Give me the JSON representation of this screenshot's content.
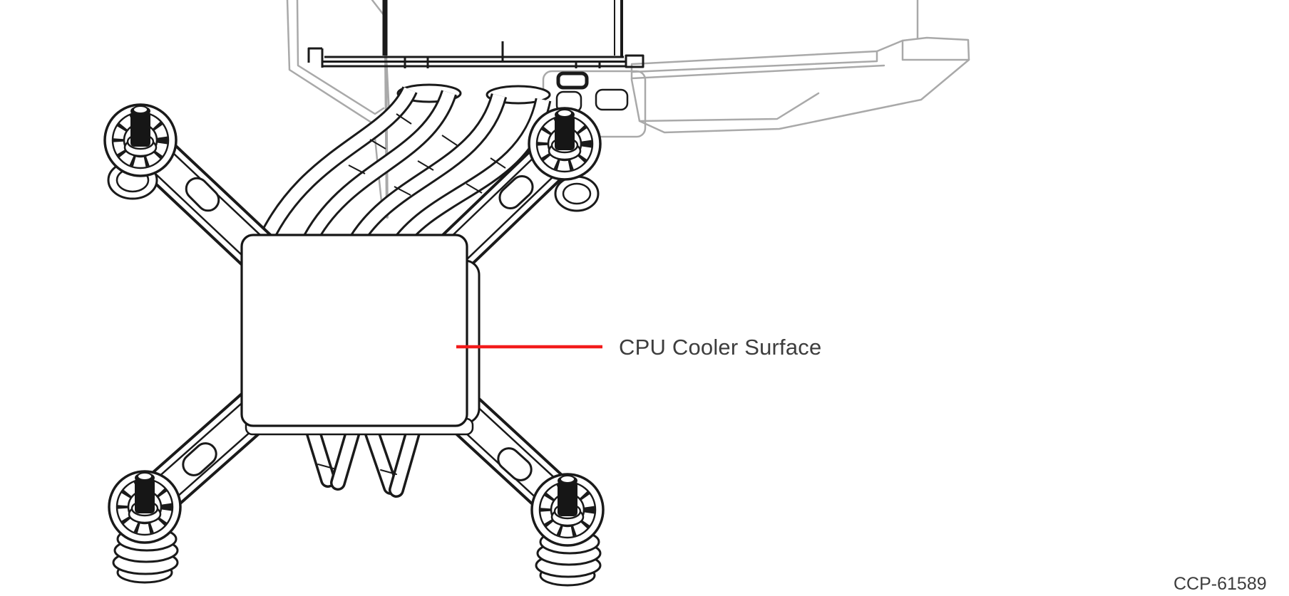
{
  "figure": {
    "background": "#ffffff",
    "line_color": "#1a1a1a",
    "secondary_line_color": "#a9a9a9",
    "callout": {
      "label": "CPU Cooler Surface",
      "leader_color": "#f21b1b",
      "text_color": "#3d3d3d"
    },
    "part_code": "CCP-61589",
    "parts": [
      {
        "name": "fin-stack-base"
      },
      {
        "name": "fan-shroud-outline"
      },
      {
        "name": "heatpipes"
      },
      {
        "name": "mounting-bracket"
      },
      {
        "name": "spring-screws"
      },
      {
        "name": "cooler-surface-plate"
      },
      {
        "name": "heatpipe-tips"
      }
    ]
  }
}
